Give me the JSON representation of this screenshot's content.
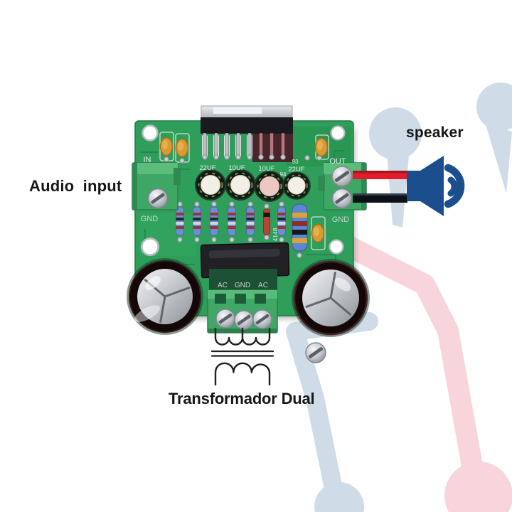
{
  "annotations": {
    "audio_input": "Audio input",
    "speaker": "speaker",
    "transformer": "Transformador Dual"
  },
  "board": {
    "silkscreen": {
      "input": "IN",
      "output": "OUT",
      "gnd_input": "GND",
      "gnd_output": "GND",
      "capacitor_values": [
        "22UF",
        "10UF",
        "10UF",
        "22UF"
      ],
      "marking_93": "93",
      "marking_94": "94",
      "diode_value": "4148",
      "power_terminals": [
        "AC",
        "GND",
        "AC"
      ]
    }
  },
  "icons": {
    "speaker_icon": "speaker-with-sound-waves",
    "transformer_icon": "dual-winding-transformer-symbol",
    "red_wire": "speaker-wire-positive",
    "black_wire": "speaker-wire-negative"
  },
  "colors": {
    "pcb_green": "#2f9e5b",
    "speaker_navy": "#1b4e8c",
    "wire_red": "#e31c2c",
    "wire_black": "#0d1117",
    "trace_light_blue": "#cfdce8",
    "trace_light_pink": "#f8d5da",
    "label_text": "#161616",
    "silkscreen_white": "#e9efe9"
  }
}
